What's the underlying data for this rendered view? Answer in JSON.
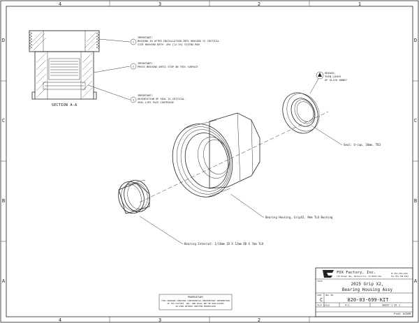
{
  "zones": {
    "columns": [
      "4",
      "3",
      "2",
      "1"
    ],
    "rows": [
      "D",
      "C",
      "B",
      "A"
    ]
  },
  "section_view": {
    "label": "SECTION A-A",
    "notes": [
      {
        "symbol": "1",
        "heading": "IMPORTANT!",
        "lines": [
          "BUSHING ID AFTER INSTALLATION INTO HOUSING IS CRITICAL.",
          "SIZE BUSHING WITH .494 [12.55] SIZING ROD"
        ]
      },
      {
        "symbol": "2",
        "heading": "IMPORTANT!",
        "lines": [
          "PRESS BUSHING UNTIL STOP ON THIS SURFACE"
        ]
      },
      {
        "symbol": "3",
        "heading": "IMPORTANT!",
        "lines": [
          "ORIENTATION OF SEAL IS CRITICAL.",
          "SEAL LIPS FACE CARTRIDGE"
        ]
      }
    ]
  },
  "grease_note": {
    "lines": [
      "GREASE,",
      "THIN LAYER",
      "OF SLICK HONEY"
    ]
  },
  "callouts": {
    "seal": "Seal: U-cup, 10mm, TB3",
    "housing": "Bearing Housing, GripX2, 9mm TLO Bushing",
    "bearing": "Bearing Internal: 1/16mm ID X 12mm OD X 7mm TLO"
  },
  "title_block": {
    "company": "FOX Factory, Inc.",
    "address": "130 Hangar Way, Watsonville, CA 95076 USA",
    "phone": "Ph 831-768-1100",
    "fax": "Fax 831-768-9312",
    "title_label": "TITLE",
    "title_line1": "2025 Grip X2,",
    "title_line2": "Bearing Housing Assy",
    "size_label": "SIZE",
    "size": "C",
    "dwg_label": "DWG. NO.",
    "dwg_no": "820-03-699-KIT",
    "plot_scale_label": "PLOT SCALE",
    "plot_scale": "4:1",
    "sheet": "SHEET 1 OF 1",
    "prod": "ProE: KCDEM"
  },
  "proprietary": {
    "heading": "PROPRIETARY",
    "lines": [
      "THIS DRAWING CONTAINS CONFIDENTIAL PROPRIETARY INFORMATION",
      "OF FOX FACTORY, INC. AND SHALL NOT BE DUPLICATED",
      "OR USED WITHOUT WRITTEN PERMISSION"
    ]
  }
}
